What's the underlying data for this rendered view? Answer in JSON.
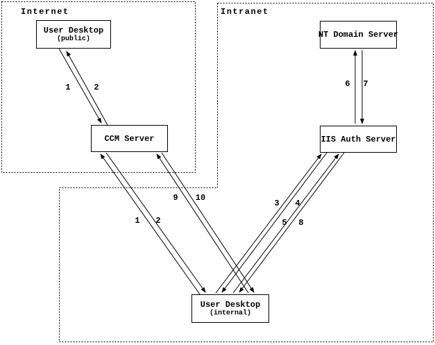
{
  "diagram": {
    "regions": {
      "internet": {
        "label": "Internet"
      },
      "intranet": {
        "label": "Intranet"
      }
    },
    "nodes": {
      "user_desktop_public": {
        "title": "User Desktop",
        "subtitle": "(public)"
      },
      "ccm_server": {
        "title": "CCM Server"
      },
      "nt_domain_server": {
        "title": "NT Domain Server"
      },
      "iis_auth_server": {
        "title": "IIS Auth Server"
      },
      "user_desktop_internal": {
        "title": "User Desktop",
        "subtitle": "(internal)"
      }
    },
    "flows": [
      {
        "label": "1",
        "from": "User Desktop (public)",
        "to": "CCM Server"
      },
      {
        "label": "2",
        "from": "CCM Server",
        "to": "User Desktop (public)"
      },
      {
        "label": "1",
        "from": "User Desktop (internal)",
        "to": "CCM Server"
      },
      {
        "label": "2",
        "from": "CCM Server",
        "to": "User Desktop (internal)"
      },
      {
        "label": "9",
        "from": "User Desktop (internal)",
        "to": "CCM Server"
      },
      {
        "label": "10",
        "from": "CCM Server",
        "to": "User Desktop (internal)"
      },
      {
        "label": "3",
        "from": "User Desktop (internal)",
        "to": "IIS Auth Server"
      },
      {
        "label": "4",
        "from": "IIS Auth Server",
        "to": "User Desktop (internal)"
      },
      {
        "label": "5",
        "from": "User Desktop (internal)",
        "to": "IIS Auth Server"
      },
      {
        "label": "8",
        "from": "IIS Auth Server",
        "to": "User Desktop (internal)"
      },
      {
        "label": "6",
        "from": "IIS Auth Server",
        "to": "NT Domain Server"
      },
      {
        "label": "7",
        "from": "NT Domain Server",
        "to": "IIS Auth Server"
      }
    ],
    "colors": {
      "line": "#000000",
      "background": "#ffffff"
    }
  }
}
